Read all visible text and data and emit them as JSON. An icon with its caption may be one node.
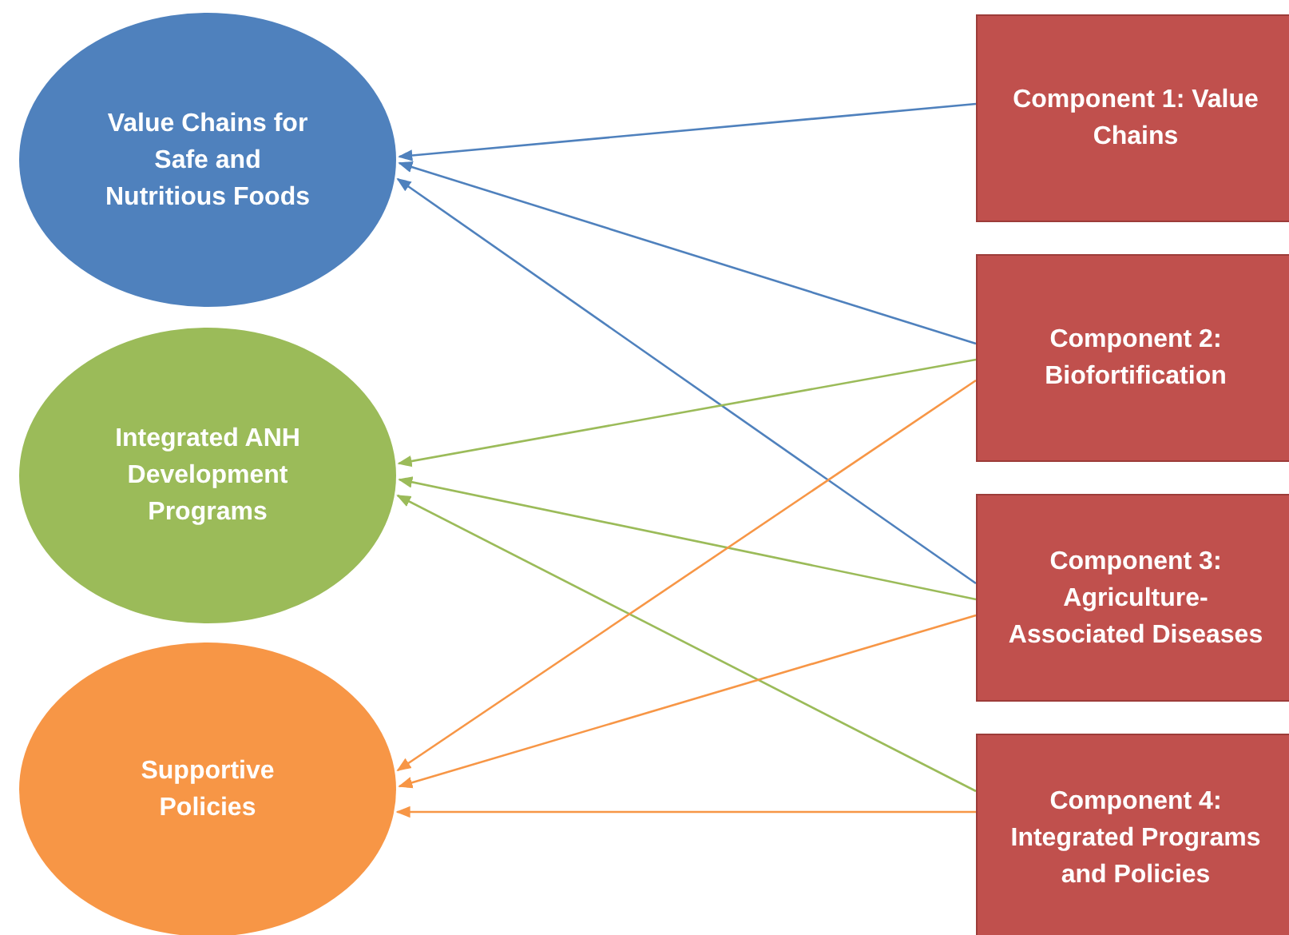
{
  "diagram": {
    "nodes": [
      {
        "text": [
          "Value Chains for Safe and Nutritious Foods"
        ]
      },
      {
        "text": [
          "Integrated ANH Development Programs"
        ]
      },
      {
        "text": [
          "Supportive Policies"
        ]
      },
      {
        "text": [
          "Component 1: Value Chains"
        ]
      },
      {
        "text": [
          "Component 2: Biofortification"
        ]
      },
      {
        "text": [
          "Component 3: Agriculture-Associated Diseases"
        ]
      },
      {
        "text": [
          "Component 4: Integrated Programs and Policies"
        ]
      }
    ],
    "edges": [
      {
        "from": 3,
        "to": 0,
        "arrow": "to",
        "color": "#4f81bd"
      },
      {
        "from": 4,
        "to": 0,
        "arrow": "to",
        "color": "#4f81bd"
      },
      {
        "from": 5,
        "to": 0,
        "arrow": "to",
        "color": "#4f81bd"
      },
      {
        "from": 4,
        "to": 1,
        "arrow": "to",
        "color": "#9bbb59"
      },
      {
        "from": 5,
        "to": 1,
        "arrow": "to",
        "color": "#9bbb59"
      },
      {
        "from": 6,
        "to": 1,
        "arrow": "to",
        "color": "#9bbb59"
      },
      {
        "from": 4,
        "to": 2,
        "arrow": "to",
        "color": "#f79646"
      },
      {
        "from": 5,
        "to": 2,
        "arrow": "to",
        "color": "#f79646"
      },
      {
        "from": 6,
        "to": 2,
        "arrow": "to",
        "color": "#f79646"
      }
    ]
  }
}
